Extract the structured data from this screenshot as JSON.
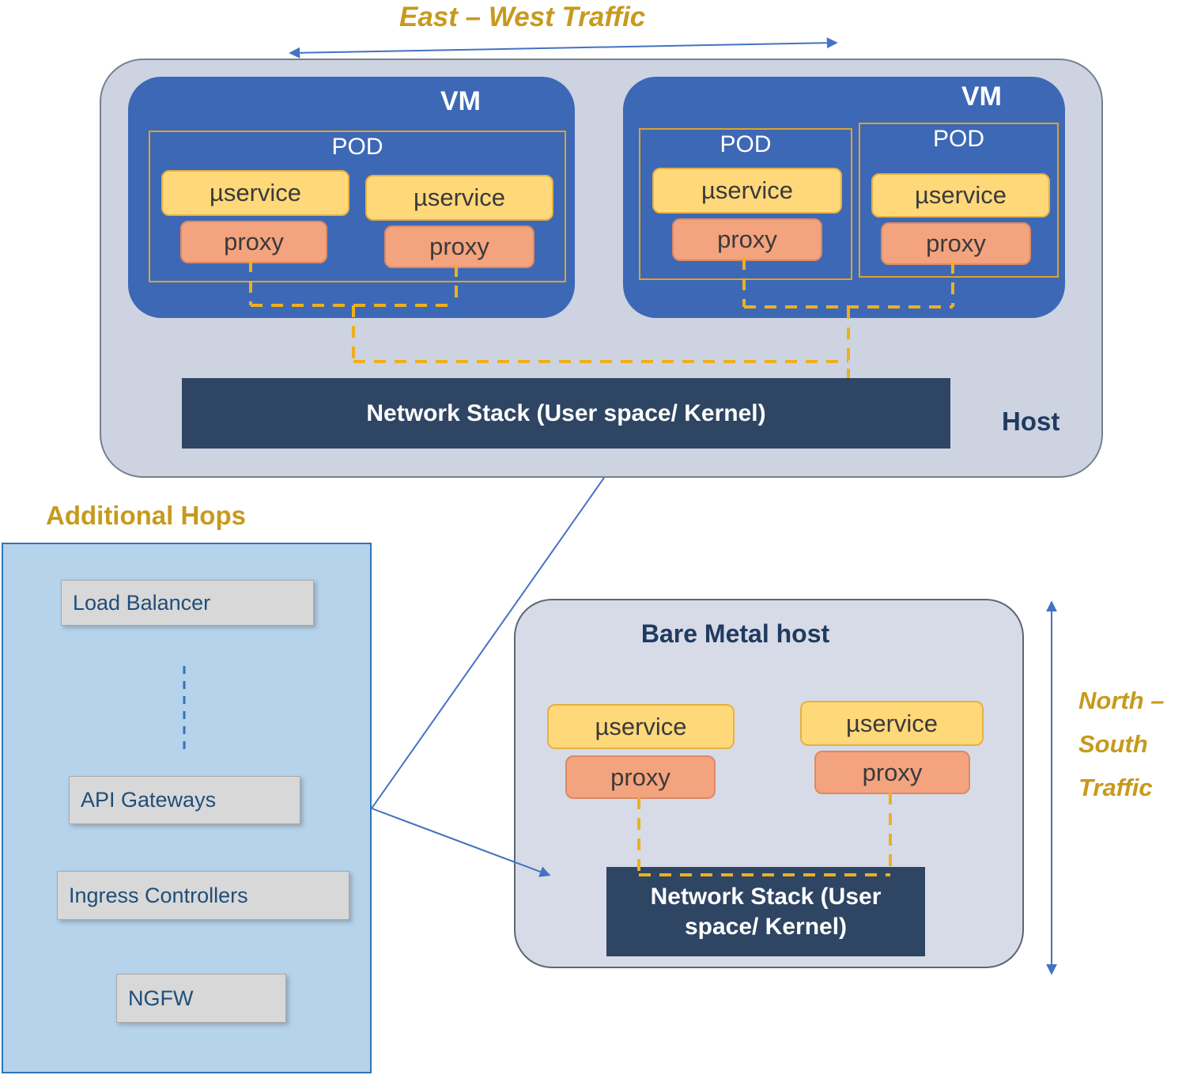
{
  "labels": {
    "east_west_traffic": "East – West Traffic",
    "additional_hops": "Additional Hops",
    "north_south": [
      "North –",
      "South",
      "Traffic"
    ],
    "host": "Host",
    "bare_metal_host": "Bare Metal host"
  },
  "host": {
    "network_stack_label": "Network Stack (User space/ Kernel)",
    "vms": [
      {
        "label": "VM",
        "pods": [
          {
            "label": "POD",
            "units": [
              {
                "service": "µservice",
                "proxy": "proxy"
              },
              {
                "service": "µservice",
                "proxy": "proxy"
              }
            ]
          }
        ]
      },
      {
        "label": "VM",
        "pods": [
          {
            "label": "POD",
            "units": [
              {
                "service": "µservice",
                "proxy": "proxy"
              }
            ]
          },
          {
            "label": "POD",
            "units": [
              {
                "service": "µservice",
                "proxy": "proxy"
              }
            ]
          }
        ]
      }
    ]
  },
  "additional_hops": {
    "items": [
      {
        "label": "Load Balancer"
      },
      {
        "label": "API Gateways"
      },
      {
        "label": "Ingress Controllers"
      },
      {
        "label": "NGFW"
      }
    ]
  },
  "bare_metal": {
    "network_stack_label": "Network Stack (User space/ Kernel)",
    "units": [
      {
        "service": "µservice",
        "proxy": "proxy"
      },
      {
        "service": "µservice",
        "proxy": "proxy"
      }
    ]
  },
  "colors": {
    "gold": "#C79A1D",
    "vm_blue": "#3D68B6",
    "pod_gold": "#DFA32A",
    "service_yellow": "#FFD87A",
    "proxy_orange": "#F3A37E",
    "stack_navy": "#2E4563",
    "host_gray": "#CDD3E1",
    "hops_panel_blue": "#B6D3EC",
    "hop_box_gray": "#D8D8D8",
    "hop_text_blue": "#1F4E79",
    "dashed_yellow": "#EDB01E",
    "line_blue": "#4472C4"
  }
}
